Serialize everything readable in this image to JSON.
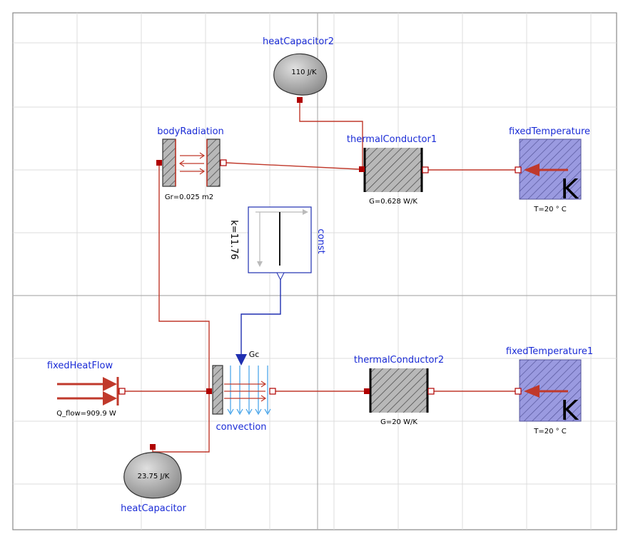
{
  "colors": {
    "wire_heat": "#c0392b",
    "wire_signal": "#1f2fb0",
    "label_blue": "#1a2bd6",
    "port_red": "#b00000",
    "hatch_gray": "#b8b8b8",
    "hatch_purple": "#9a9ae0",
    "frame": "#888888",
    "grid": "#dcdcdc"
  },
  "components": {
    "heatCapacitor2": {
      "name": "heatCapacitor2",
      "param": "110 J/K"
    },
    "bodyRadiation": {
      "name": "bodyRadiation",
      "param": "Gr=0.025 m2"
    },
    "thermalConductor1": {
      "name": "thermalConductor1",
      "param": "G=0.628 W/K"
    },
    "fixedTemperature": {
      "name": "fixedTemperature",
      "param": "T=20 ° C",
      "symbol": "K"
    },
    "const": {
      "name": "const",
      "param": "k=11.76"
    },
    "fixedHeatFlow": {
      "name": "fixedHeatFlow",
      "param": "Q_flow=909.9 W"
    },
    "convection": {
      "name": "convection",
      "input": "Gc"
    },
    "thermalConductor2": {
      "name": "thermalConductor2",
      "param": "G=20 W/K"
    },
    "fixedTemperature1": {
      "name": "fixedTemperature1",
      "param": "T=20 ° C",
      "symbol": "K"
    },
    "heatCapacitor": {
      "name": "heatCapacitor",
      "param": "23.75 J/K"
    }
  }
}
